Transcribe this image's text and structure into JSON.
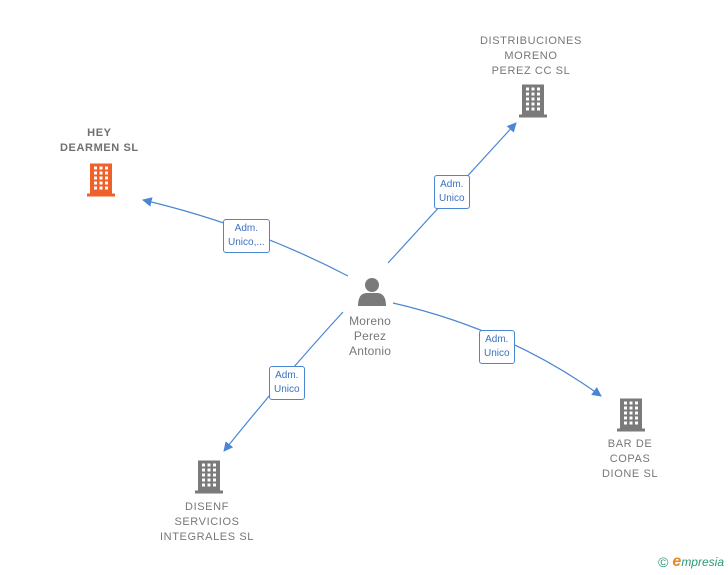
{
  "person": {
    "label": "Moreno\nPerez\nAntonio",
    "icon": "person-icon"
  },
  "companies": [
    {
      "id": "hey-dearmen",
      "label": "HEY\nDEARMEN  SL",
      "highlight": true,
      "icon": "building-icon"
    },
    {
      "id": "distribuciones-moreno",
      "label": "DISTRIBUCIONES\nMORENO\nPEREZ CC SL",
      "highlight": false,
      "icon": "building-icon"
    },
    {
      "id": "bar-de-copas",
      "label": "BAR DE\nCOPAS\nDIONE  SL",
      "highlight": false,
      "icon": "building-icon"
    },
    {
      "id": "disenf-servicios",
      "label": "DISENF\nSERVICIOS\nINTEGRALES SL",
      "highlight": false,
      "icon": "building-icon"
    }
  ],
  "edges": [
    {
      "to": "hey-dearmen",
      "label": "Adm.\nUnico,..."
    },
    {
      "to": "distribuciones-moreno",
      "label": "Adm.\nUnico"
    },
    {
      "to": "bar-de-copas",
      "label": "Adm.\nUnico"
    },
    {
      "to": "disenf-servicios",
      "label": "Adm.\nUnico"
    }
  ],
  "colors": {
    "edge": "#4a86d4",
    "building_default": "#7a7a7a",
    "building_highlight": "#f0602a",
    "person": "#7a7a7a"
  },
  "footer": {
    "copyright": "©",
    "brand_initial": "e",
    "brand_rest": "mpresia"
  }
}
